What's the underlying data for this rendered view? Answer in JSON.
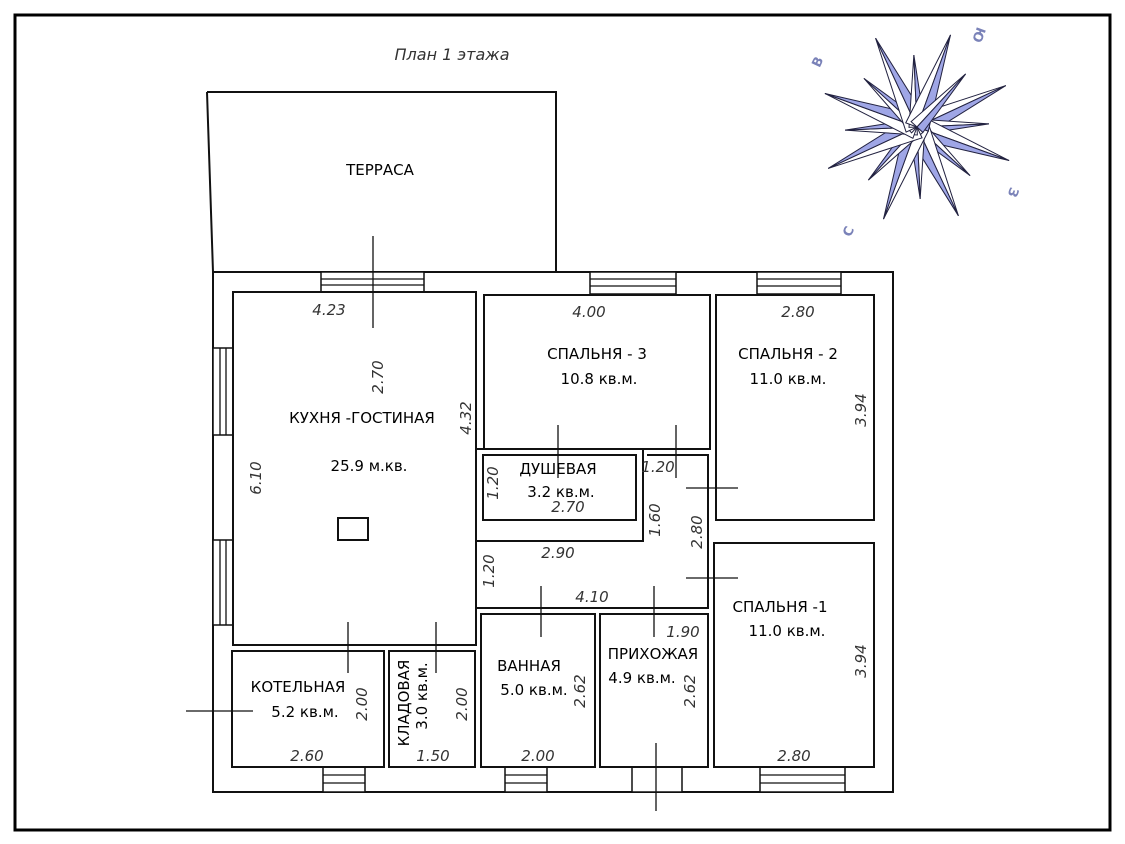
{
  "title": "План 1 этажа",
  "compass": {
    "south": "Ю",
    "east_top": "В",
    "west": "З",
    "north": "С"
  },
  "rooms": {
    "terrace": {
      "name": "ТЕРРАСА"
    },
    "kitchen": {
      "name": "КУХНЯ -ГОСТИНАЯ",
      "area": "25.9 м.кв."
    },
    "bedroom3": {
      "name": "СПАЛЬНЯ - 3",
      "area": "10.8 кв.м."
    },
    "bedroom2": {
      "name": "СПАЛЬНЯ - 2",
      "area": "11.0 кв.м."
    },
    "bedroom1": {
      "name": "СПАЛЬНЯ -1",
      "area": "11.0 кв.м."
    },
    "shower": {
      "name": "ДУШЕВАЯ",
      "area": "3.2 кв.м."
    },
    "boiler": {
      "name": "КОТЕЛЬНАЯ",
      "area": "5.2 кв.м."
    },
    "pantry": {
      "name": "КЛАДОВАЯ",
      "area": "3.0 кв.м."
    },
    "bathroom": {
      "name": "ВАННАЯ",
      "area": "5.0 кв.м."
    },
    "hallway": {
      "name": "ПРИХОЖАЯ",
      "area": "4.9 кв.м."
    }
  },
  "dimensions": {
    "kitchen_w": "4.23",
    "kitchen_h1": "2.70",
    "kitchen_h2": "4.32",
    "kitchen_left": "6.10",
    "bed3_w": "4.00",
    "bed2_w": "2.80",
    "bed2_h": "3.94",
    "shower_h": "1.20",
    "shower_w": "2.70",
    "corr_w": "1.20",
    "corr_h": "1.60",
    "corr_h2": "2.80",
    "hall_w": "2.90",
    "hall_h": "1.20",
    "hall_w2": "4.10",
    "bed1_h": "3.94",
    "bed1_w": "2.80",
    "boiler_h": "2.00",
    "boiler_w": "2.60",
    "pantry_h": "2.00",
    "pantry_w": "1.50",
    "bath_h": "2.62",
    "bath_w": "2.00",
    "entry_w": "1.90",
    "entry_h": "2.62"
  }
}
